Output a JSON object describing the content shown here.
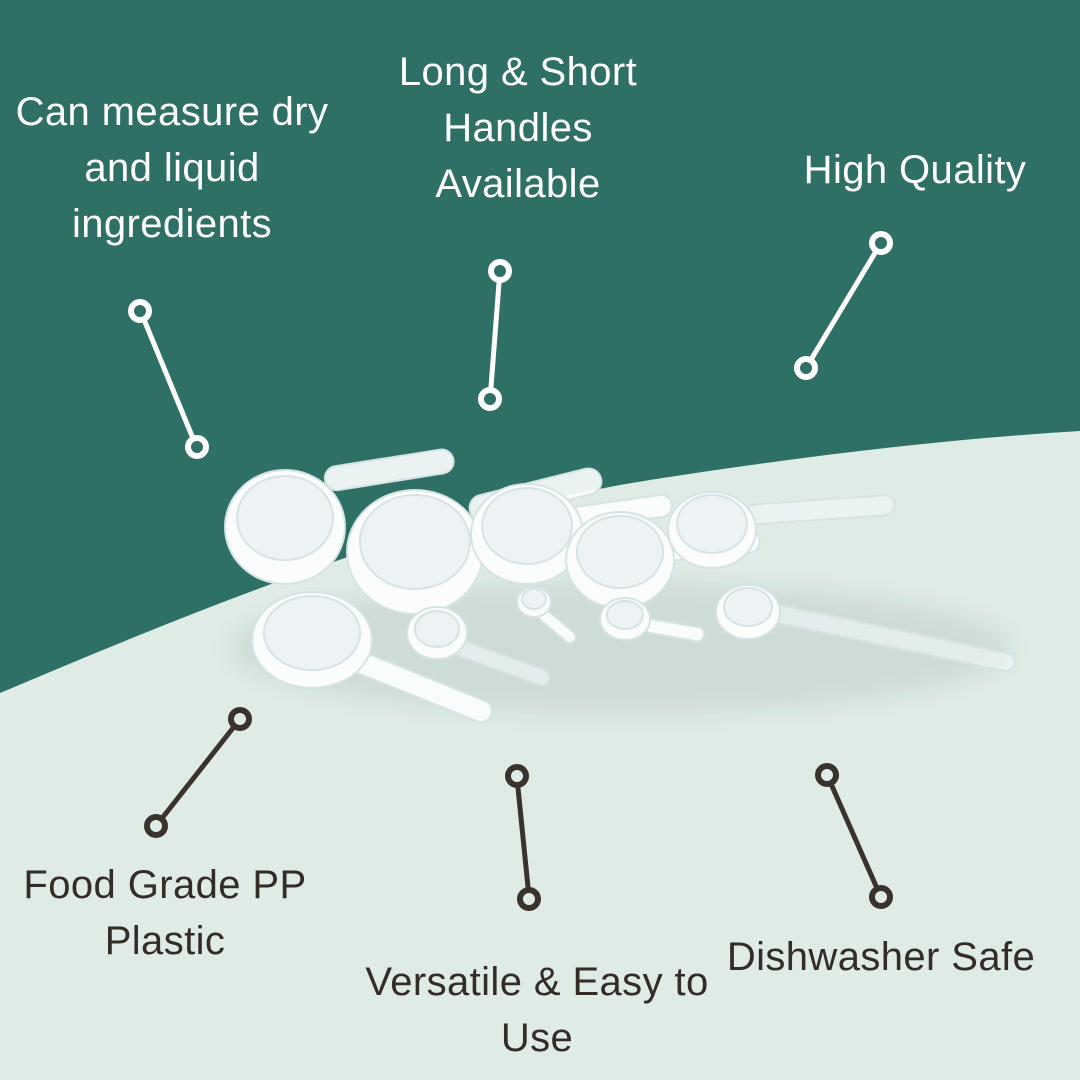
{
  "colors": {
    "teal": "#2E6F66",
    "mint": "#DFECE6",
    "ink": "#332C27",
    "white": "#FFFFFF"
  },
  "callouts": {
    "measure": {
      "lines": [
        "Can measure dry",
        "and liquid",
        "ingredients"
      ]
    },
    "handles": {
      "lines": [
        "Long & Short",
        "Handles",
        "Available"
      ]
    },
    "quality": {
      "lines": [
        "High Quality"
      ]
    },
    "food_grade": {
      "lines": [
        "Food Grade PP",
        "Plastic"
      ]
    },
    "versatile": {
      "lines": [
        "Versatile & Easy to",
        "Use"
      ]
    },
    "dishwasher": {
      "lines": [
        "Dishwasher Safe"
      ]
    }
  }
}
